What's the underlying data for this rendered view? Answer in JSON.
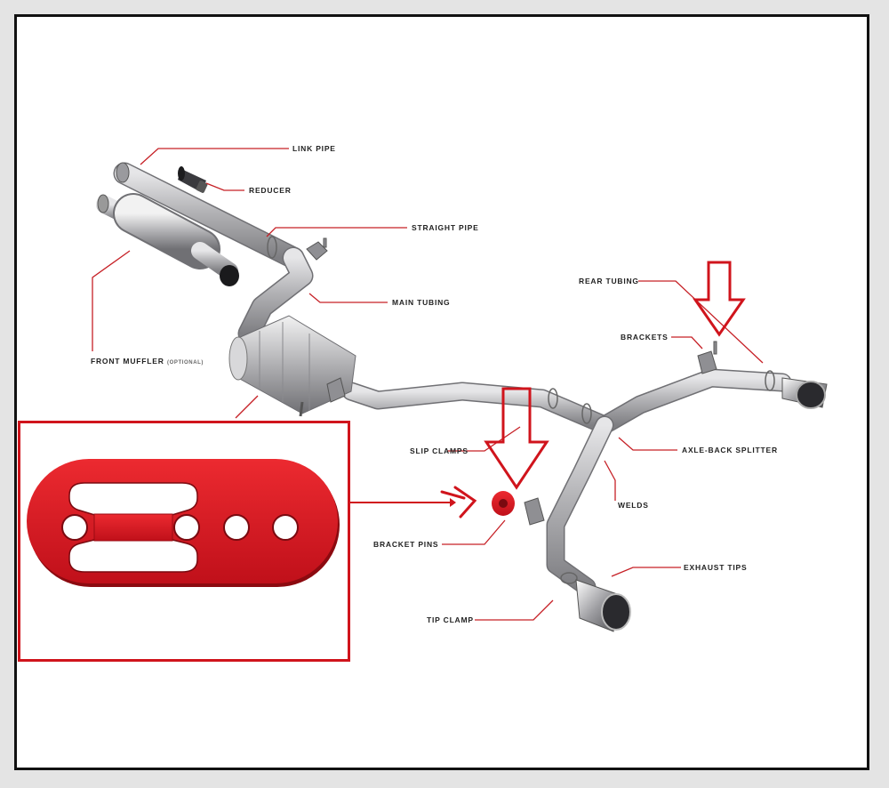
{
  "diagram": {
    "labels": {
      "link_pipe": "LINK PIPE",
      "reducer": "REDUCER",
      "straight_pipe": "STRAIGHT PIPE",
      "main_tubing": "MAIN TUBING",
      "front_muffler": "FRONT MUFFLER",
      "front_muffler_note": "(OPTIONAL)",
      "rear_tubing": "REAR TUBING",
      "brackets": "BRACKETS",
      "slip_clamps": "SLIP CLAMPS",
      "axle_back_splitter": "AXLE-BACK SPLITTER",
      "welds": "WELDS",
      "bracket_pins": "BRACKET PINS",
      "exhaust_tips": "EXHAUST TIPS",
      "tip_clamp": "TIP CLAMP"
    },
    "colors": {
      "leader": "#c62026",
      "annotation": "#d0141c",
      "hanger": "#d4121c",
      "pipe": "#b9b9bb"
    }
  }
}
